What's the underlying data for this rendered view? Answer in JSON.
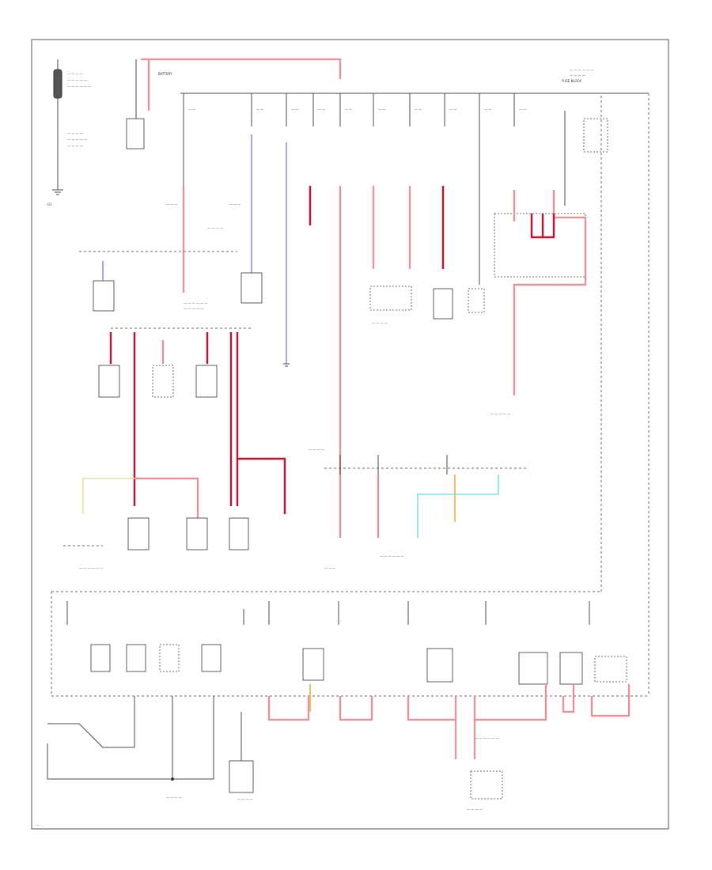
{
  "labels": {
    "battery": "BATTERY",
    "fuse_block": "FUSE BLOCK",
    "ground": "G1",
    "footer_code": "---"
  },
  "colors": {
    "wire_red": "#f28b94",
    "wire_red_dark": "#c8102e",
    "wire_blue": "#8e8ee8",
    "wire_cyan": "#7fe0e8",
    "wire_yellow": "#e6e2a0",
    "wire_orange": "#f0b040",
    "line": "#4a4a4a"
  }
}
